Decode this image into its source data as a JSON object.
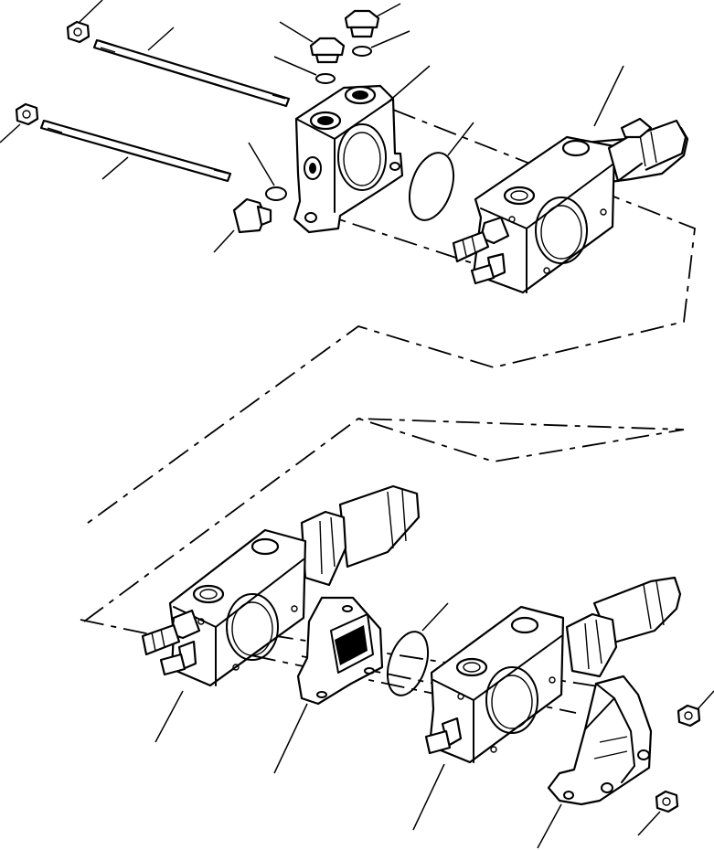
{
  "diagram": {
    "kind": "exploded-parts-view",
    "components": [
      "nut",
      "tie-rod",
      "plug",
      "o-ring",
      "inlet-cover",
      "seal-ring",
      "valve-section",
      "outlet-cover",
      "spacer"
    ],
    "colors": {
      "line": "#000000",
      "background": "#ffffff"
    }
  }
}
